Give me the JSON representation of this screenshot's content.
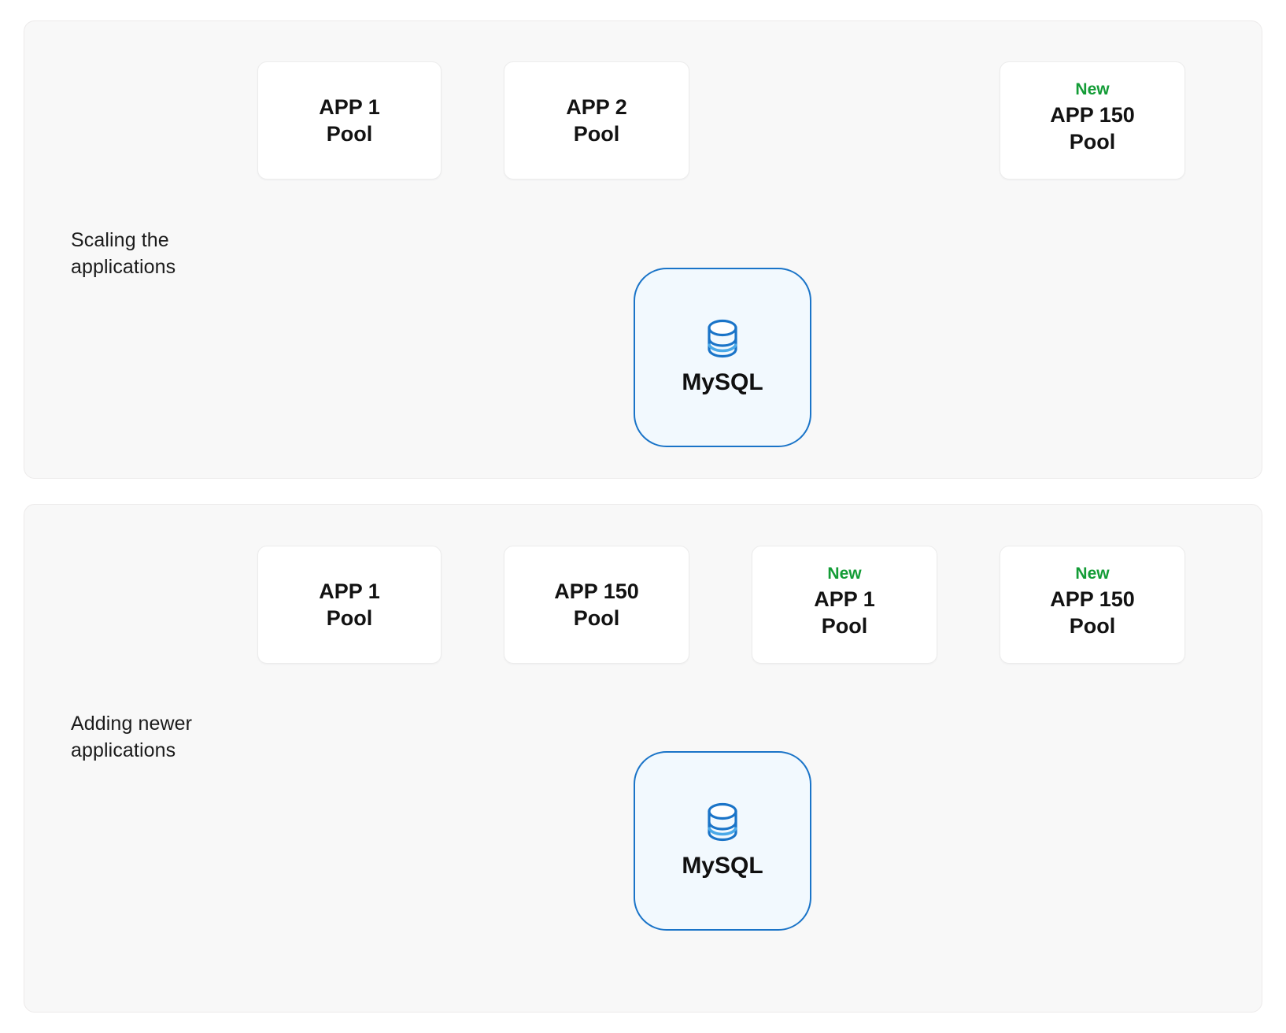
{
  "diagram": {
    "title": "MySQL connection pooling scaling diagram",
    "colors": {
      "panel_bg": "#f8f8f8",
      "panel_border": "#eceaea",
      "box_bg": "#ffffff",
      "box_border": "#ececec",
      "new_badge": "#139c36",
      "db_border": "#1a74c8",
      "db_bg": "#f2f9fe",
      "db_icon_accent": "#4aa9e8",
      "edge": "#1d1d1d",
      "text": "#121212"
    }
  },
  "panels": [
    {
      "id": "scaling",
      "label": "Scaling the\napplications",
      "boxes": [
        {
          "id": "p1-app1",
          "badge": "",
          "title": "APP 1\nPool"
        },
        {
          "id": "p1-app2",
          "badge": "",
          "title": "APP 2\nPool"
        },
        {
          "id": "p1-app150",
          "badge": "New",
          "title": "APP 150\nPool"
        }
      ],
      "database": {
        "id": "p1-mysql",
        "label": "MySQL",
        "icon": "database-icon"
      },
      "connections": [
        {
          "from": "p1-app2",
          "to": "p1-app150",
          "style": "dashed",
          "arrow": "none"
        },
        {
          "from": "p1-app1",
          "to": "p1-mysql",
          "style": "dotted",
          "arrow": "right"
        },
        {
          "from": "p1-app2",
          "to": "p1-mysql",
          "style": "dotted",
          "arrow": "down"
        },
        {
          "from": "p1-app150",
          "to": "p1-mysql",
          "style": "dotted",
          "arrow": "left"
        }
      ]
    },
    {
      "id": "adding",
      "label": "Adding newer\napplications",
      "boxes": [
        {
          "id": "p2-app1",
          "badge": "",
          "title": "APP 1\nPool"
        },
        {
          "id": "p2-app150",
          "badge": "",
          "title": "APP 150\nPool"
        },
        {
          "id": "p2-newapp1",
          "badge": "New",
          "title": "APP 1\nPool"
        },
        {
          "id": "p2-newapp150",
          "badge": "New",
          "title": "APP 150\nPool"
        }
      ],
      "database": {
        "id": "p2-mysql",
        "label": "MySQL",
        "icon": "database-icon"
      },
      "connections": [
        {
          "from": "p2-app1",
          "to": "p2-app150",
          "style": "ellipsis",
          "arrow": "none"
        },
        {
          "from": "p2-newapp1",
          "to": "p2-newapp150",
          "style": "ellipsis",
          "arrow": "none"
        },
        {
          "from": "p2-app1",
          "to": "p2-mysql",
          "style": "dotted",
          "arrow": "right"
        },
        {
          "from": "p2-app150",
          "to": "p2-mysql",
          "style": "dotted",
          "arrow": "down"
        },
        {
          "from": "p2-newapp1",
          "to": "p2-mysql",
          "style": "dotted",
          "arrow": "down"
        },
        {
          "from": "p2-newapp150",
          "to": "p2-mysql",
          "style": "dotted",
          "arrow": "left"
        }
      ]
    }
  ]
}
